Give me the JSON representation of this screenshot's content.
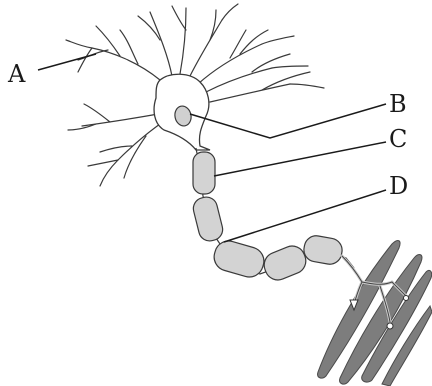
{
  "labels": {
    "a": "A",
    "b": "B",
    "c": "C",
    "d": "D"
  },
  "colors": {
    "stroke": "#3a3a3a",
    "myelin_fill": "#d3d3d3",
    "soma_fill": "#ffffff",
    "muscle_fill": "#7d7d7d",
    "nucleus_fill": "#d0d0d0"
  }
}
